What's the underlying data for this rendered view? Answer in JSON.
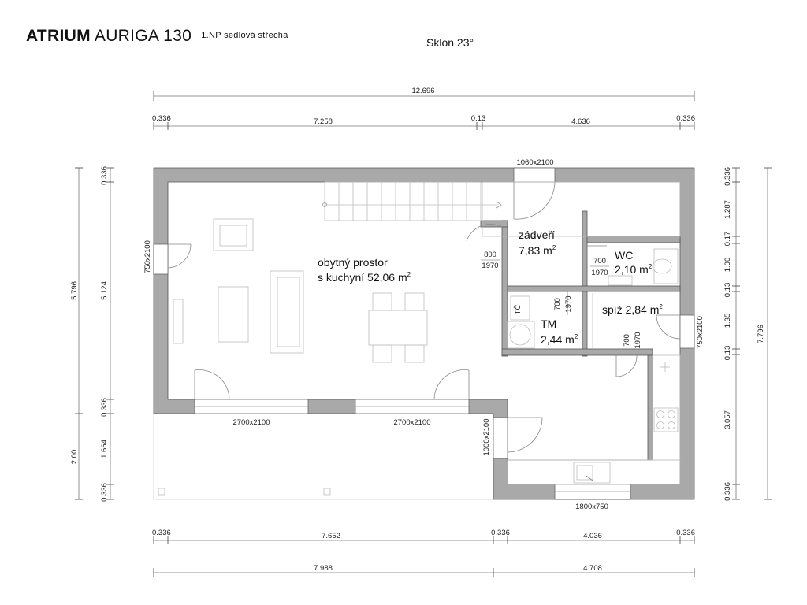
{
  "header": {
    "brand": "ATRIUM",
    "model": "AURIGA 130",
    "subtitle": "1.NP  sedlová střecha",
    "slope": "Sklon 23°"
  },
  "rooms": {
    "living": {
      "name": "obytný prostor",
      "area_label": "s kuchyní 52,06 m",
      "unit_exp": "2"
    },
    "hall": {
      "name": "zádveří",
      "area_label": "7,83 m",
      "unit_exp": "2"
    },
    "wc": {
      "name": "WC",
      "area_label": "2,10 m",
      "unit_exp": "2"
    },
    "tech": {
      "name": "TM",
      "area_label": "2,44 m",
      "unit_exp": "2"
    },
    "pantry": {
      "name": "spíž 2,84 m",
      "unit_exp": "2"
    },
    "tc_label": "TČ"
  },
  "openings": {
    "entry_door": "1060x2100",
    "window_left": "750x2100",
    "window_right": "750x2100",
    "patio_left": "2700x2100",
    "patio_right": "2700x2100",
    "kitchen_door": "1000x2100",
    "kitchen_window": "1800x750",
    "door_800": "800",
    "door_800_h": "1970",
    "door_wc_w": "700",
    "door_wc_h": "1970",
    "door_tm_w": "700",
    "door_tm_h": "1970",
    "door_pantry_w": "700",
    "door_pantry_h": "1970"
  },
  "dimensions": {
    "top_total": "12.696",
    "top_parts": [
      "0.336",
      "7.258",
      "0.13",
      "4.636",
      "0.336"
    ],
    "bottom_parts": [
      "0.336",
      "7.652",
      "0.336",
      "4.036",
      "0.336"
    ],
    "bottom_totals": [
      "7.988",
      "4.708"
    ],
    "left_outer": [
      "5.796",
      "2.00"
    ],
    "left_inner": [
      "0.336",
      "5.124",
      "0.336",
      "1.664",
      "0.336"
    ],
    "right_outer": "7.796",
    "right_inner": [
      "0.336",
      "1.287",
      "0.17",
      "1.00",
      "0.13",
      "1.35",
      "0.13",
      "3.057",
      "0.336"
    ]
  }
}
